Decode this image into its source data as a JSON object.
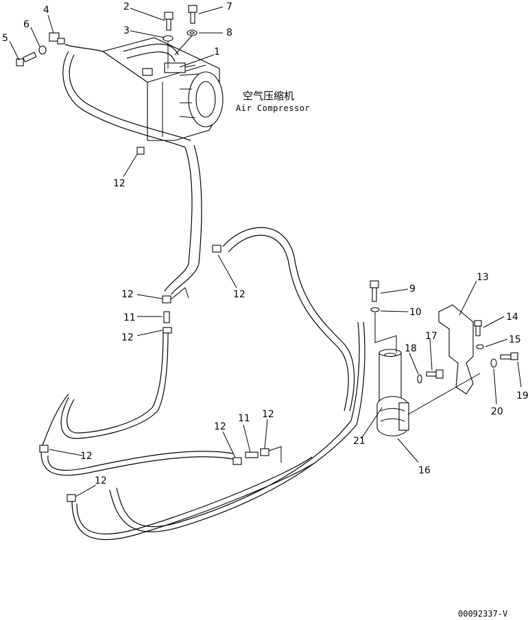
{
  "diagram": {
    "title_cn": "空气压缩机",
    "title_en": "Air Compressor",
    "drawing_code": "00092337-V",
    "callouts": [
      "1",
      "2",
      "3",
      "4",
      "5",
      "6",
      "7",
      "8",
      "9",
      "10",
      "11",
      "12",
      "13",
      "14",
      "15",
      "16",
      "17",
      "18",
      "19",
      "20",
      "21"
    ]
  }
}
